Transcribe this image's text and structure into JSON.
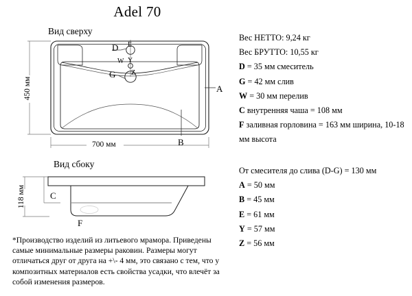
{
  "title": "Adel 70",
  "headings": {
    "top_view": "Вид сверху",
    "side_view": "Вид сбоку"
  },
  "dimensions": {
    "height_450": "450 мм",
    "width_700": "700 мм",
    "depth_118": "118 мм"
  },
  "callouts": {
    "A": "A",
    "B": "B",
    "C": "C",
    "D": "D",
    "E": "E",
    "F": "F",
    "G": "G",
    "W": "W",
    "Y": "Y",
    "Z": "Z"
  },
  "specs": {
    "group1": [
      "Вес НЕТТО: 9,24 кг",
      "Вес БРУТТО: 10,55 кг",
      "D = 35 мм смеситель",
      "G = 42 мм слив",
      "W = 30 мм перелив",
      "C внутренняя чаша = 108 мм",
      "F заливная горловина = 163 мм ширина, 10-18 мм высота"
    ],
    "group2": [
      "От смесителя до слива (D-G) = 130 мм",
      "A = 50 мм",
      "B = 45 мм",
      "E = 61 мм",
      "Y = 57 мм",
      "Z = 56 мм"
    ]
  },
  "footnote": "*Производство изделий из литьевого мрамора. Приведены самые минимальные размеры раковин. Размеры могут отличаться друг от друга на +\\- 4 мм, это связано с тем, что у композитных материалов есть свойства усадки, что влечёт за собой изменения размеров.",
  "colors": {
    "background": "#ffffff",
    "line": "#1a1a1a",
    "thin_line": "#555555",
    "text": "#000000"
  }
}
